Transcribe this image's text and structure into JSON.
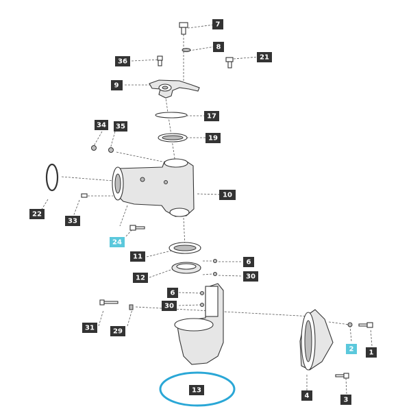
{
  "colors": {
    "label_bg": "#333333",
    "label_highlight_bg": "#5bc8dc",
    "highlight_ring": "#2aa7d6",
    "line": "#555555"
  },
  "labels": {
    "l1": "1",
    "l2": "2",
    "l3": "3",
    "l4": "4",
    "l6a": "6",
    "l6b": "6",
    "l7": "7",
    "l8": "8",
    "l9": "9",
    "l10": "10",
    "l11": "11",
    "l12": "12",
    "l13": "13",
    "l17": "17",
    "l19": "19",
    "l21": "21",
    "l22": "22",
    "l24": "24",
    "l29": "29",
    "l30a": "30",
    "l30b": "30",
    "l31": "31",
    "l33": "33",
    "l34": "34",
    "l35": "35",
    "l36": "36"
  },
  "highlighted": [
    "2",
    "24",
    "13"
  ]
}
